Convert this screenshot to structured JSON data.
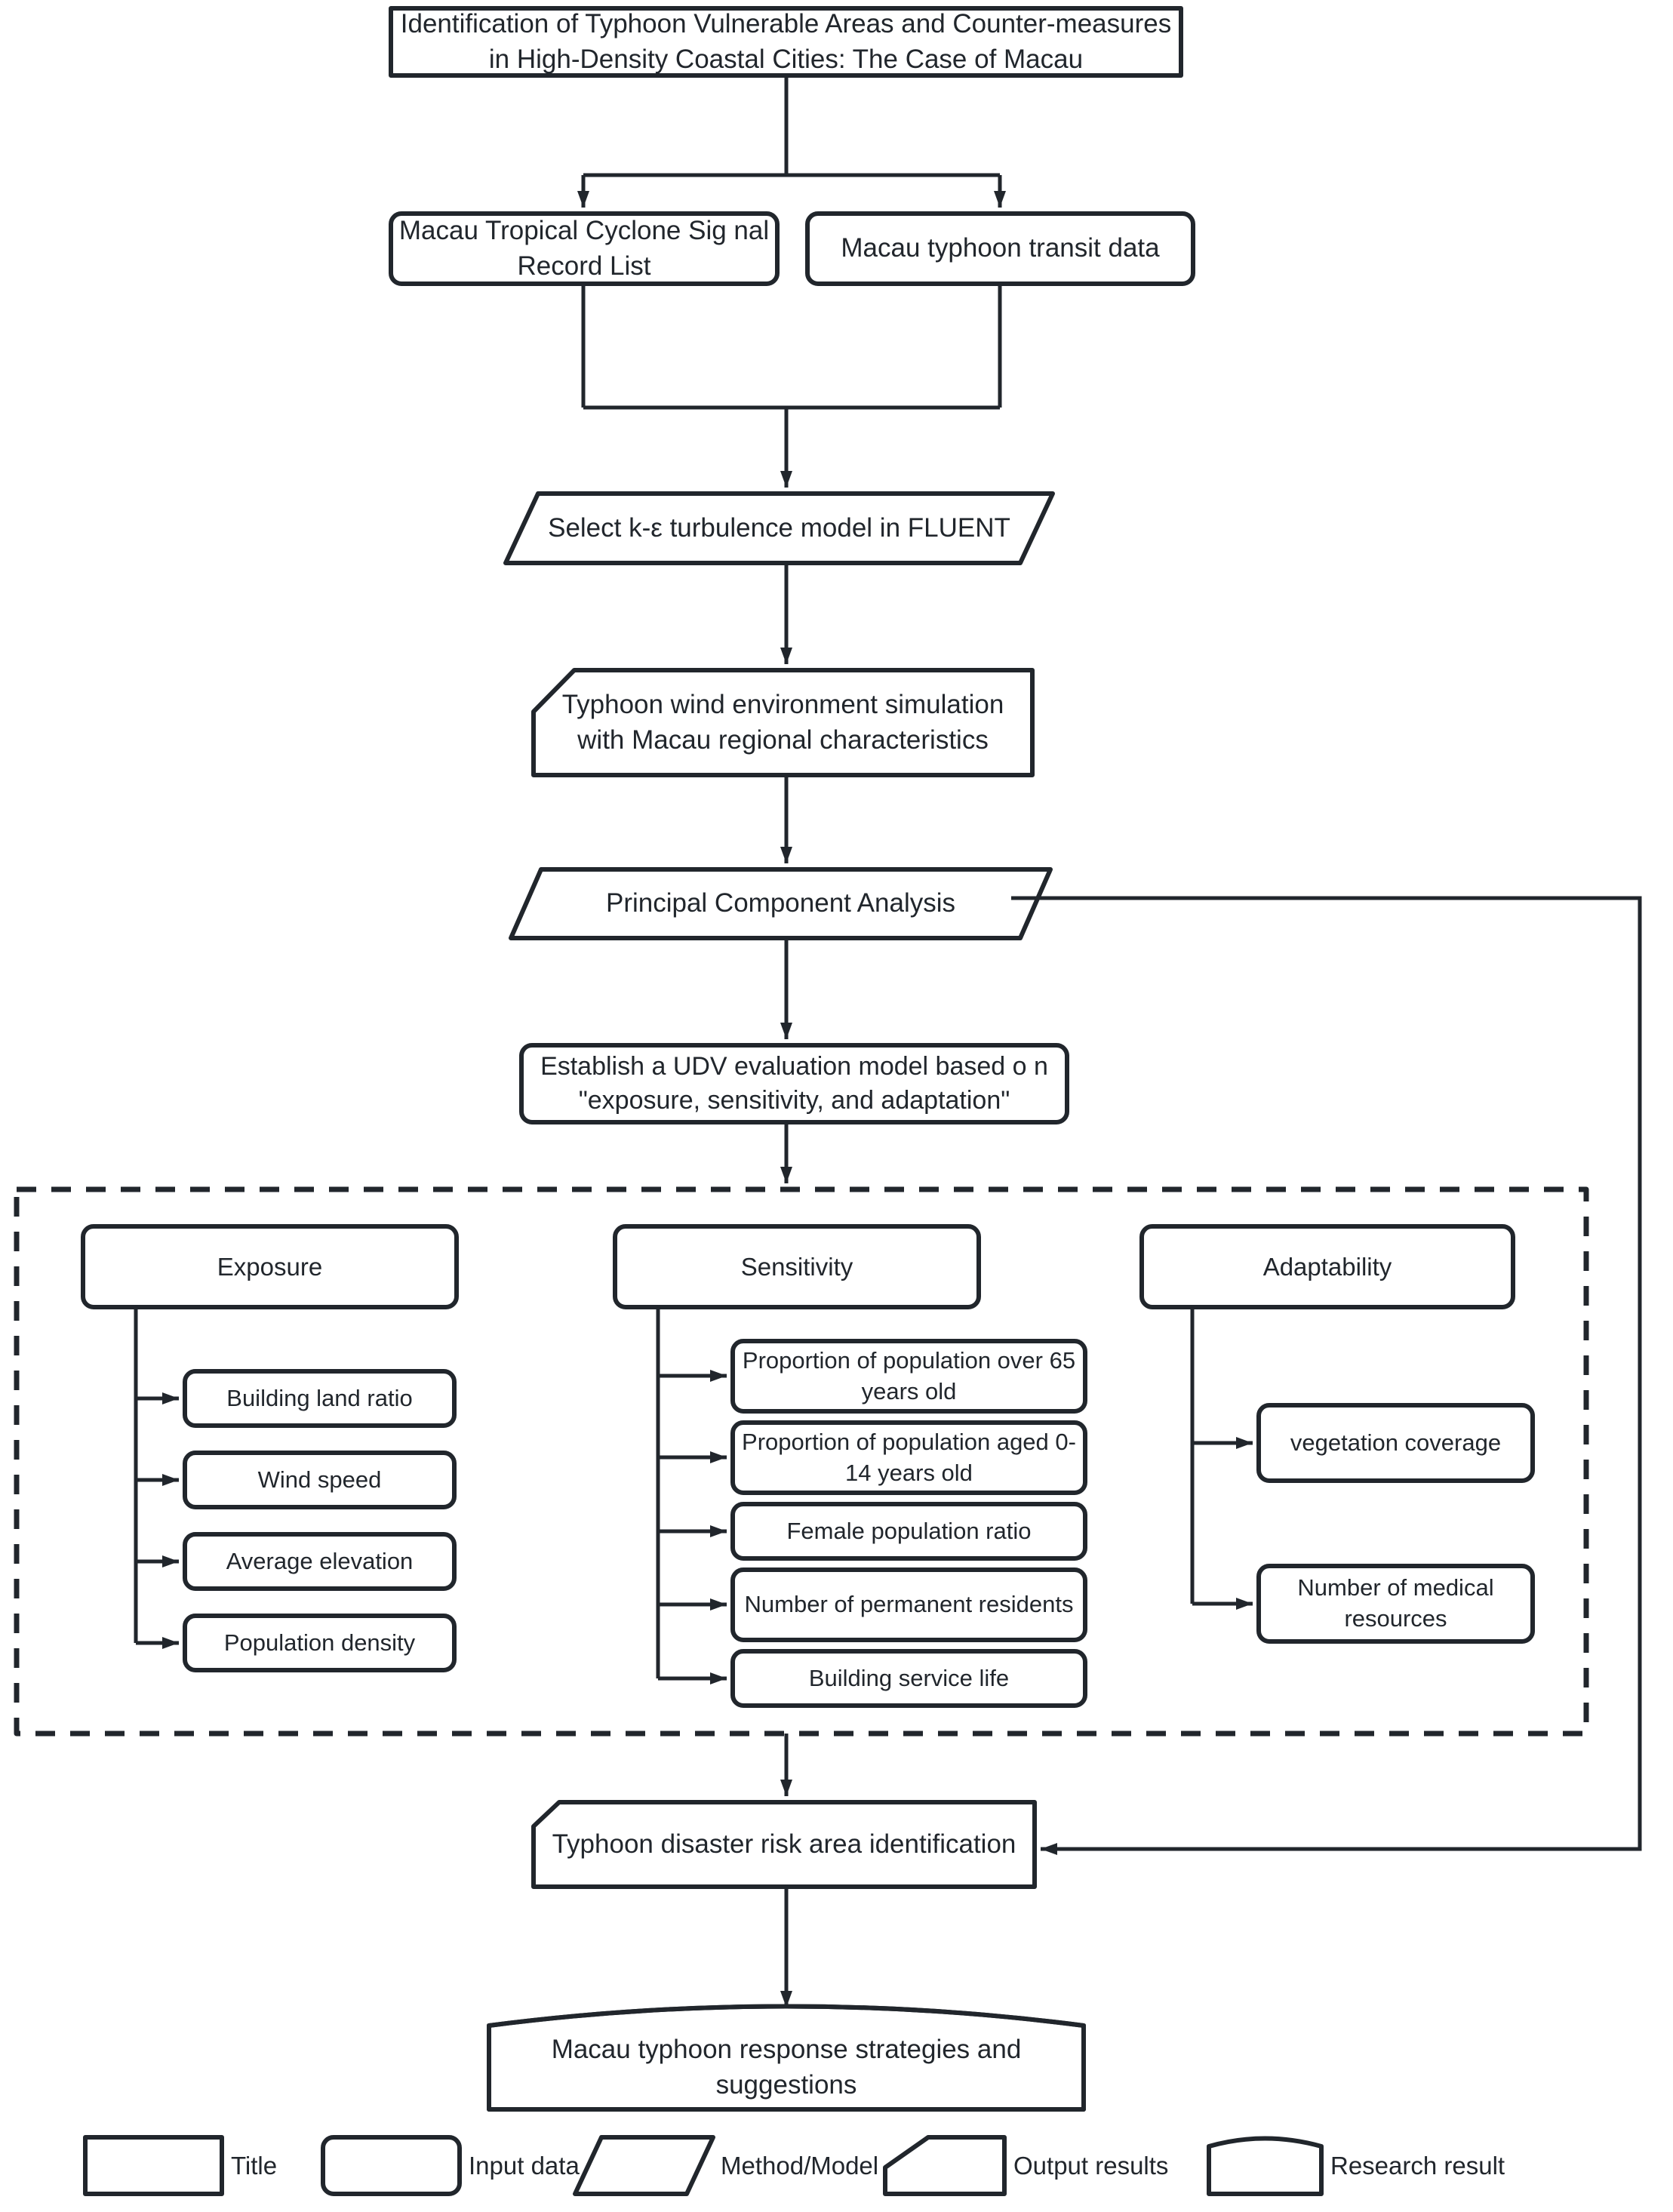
{
  "diagram": {
    "title_node": {
      "label": "Identification of Typhoon Vulnerable Areas and Counter-measures in High-Density Coastal Cities: The Case of Macau"
    },
    "inputs": [
      {
        "label": "Macau Tropical Cyclone Sig nal Record List"
      },
      {
        "label": "Macau typhoon transit data"
      }
    ],
    "method_fluent": {
      "label": "Select k-ε turbulence model in FLUENT"
    },
    "output_simulation": {
      "label": "Typhoon wind environment simulation with Macau regional characteristics"
    },
    "method_pca": {
      "label": "Principal Component Analysis"
    },
    "udv_model": {
      "label": "Establish a UDV evaluation model based o n \"exposure, sensitivity, and adaptation\""
    },
    "groups": [
      {
        "name": "exposure",
        "label": "Exposure",
        "items": [
          {
            "label": "Building land ratio"
          },
          {
            "label": "Wind speed"
          },
          {
            "label": "Average elevation"
          },
          {
            "label": "Population density"
          }
        ]
      },
      {
        "name": "sensitivity",
        "label": "Sensitivity",
        "items": [
          {
            "label": "Proportion of population over 65 years old"
          },
          {
            "label": "Proportion of population aged 0-14 years old"
          },
          {
            "label": "Female population ratio"
          },
          {
            "label": "Number of permanent residents"
          },
          {
            "label": "Building service life"
          }
        ]
      },
      {
        "name": "adaptability",
        "label": "Adaptability",
        "items": [
          {
            "label": "vegetation coverage"
          },
          {
            "label": "Number of medical resources"
          }
        ]
      }
    ],
    "output_risk": {
      "label": "Typhoon disaster risk area identification"
    },
    "research_result": {
      "label": "Macau typhoon response strategies and suggestions"
    },
    "legend": [
      {
        "shape": "rect",
        "label": "Title"
      },
      {
        "shape": "rounded-rect",
        "label": "Input data"
      },
      {
        "shape": "parallelogram",
        "label": "Method/Model"
      },
      {
        "shape": "cut-corner",
        "label": "Output results"
      },
      {
        "shape": "arched-top",
        "label": "Research result"
      }
    ],
    "colors": {
      "stroke": "#21262c",
      "fill": "#ffffff",
      "text": "#21262c"
    }
  }
}
